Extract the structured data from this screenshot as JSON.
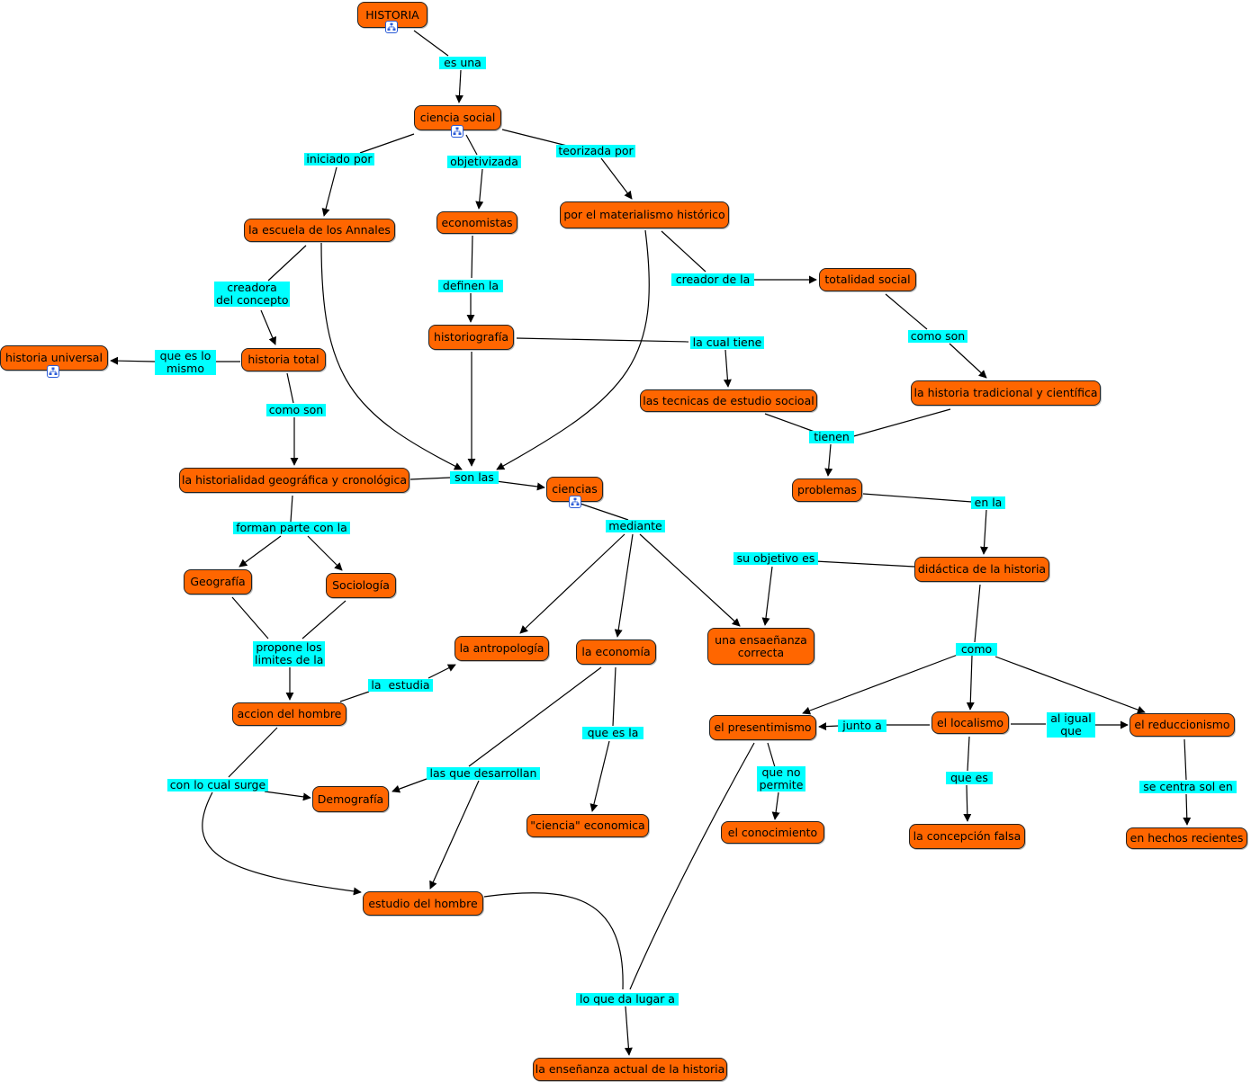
{
  "colors": {
    "concept_fill": "#ff6600",
    "concept_border": "#222222",
    "link_label_fill": "#00ffff",
    "line": "#000000",
    "submap_icon": "#2a5bd7"
  },
  "concepts": {
    "historia": "HISTORIA",
    "ciencia_social": "ciencia social",
    "escuela_annales": "la escuela de los Annales",
    "economistas": "economistas",
    "materialismo": "por el materialismo histórico",
    "totalidad_social": "totalidad social",
    "historiografia": "historiografía",
    "historia_universal": "historia universal",
    "historia_total": "historia total",
    "tecnicas": "las tecnicas de estudio socioal",
    "historia_tradicional": "la historia tradicional y científica",
    "historialidad": "la historialidad geográfica y cronológica",
    "ciencias": "ciencias",
    "problemas": "problemas",
    "geografia": "Geografía",
    "sociologia": "Sociología",
    "didactica": "didáctica de la historia",
    "antropologia": "la antropología",
    "economia": "la economía",
    "ensenanza_correcta": "una ensaeñanza\ncorrecta",
    "accion_hombre": "accion del hombre",
    "presentimismo": "el presentimismo",
    "localismo": "el localismo",
    "reduccionismo": "el reduccionismo",
    "demografia": "Demografía",
    "ciencia_economica": "\"ciencia\" economica",
    "conocimiento": "el conocimiento",
    "concepcion_falsa": "la concepción falsa",
    "hechos_recientes": "en hechos recientes",
    "estudio_hombre": "estudio del hombre",
    "ensenanza_actual": "la enseñanza actual de la historia"
  },
  "links": {
    "es_una": "es una",
    "iniciado_por": "iniciado por",
    "objetivizada": "objetivizada",
    "teorizada_por": "teorizada por",
    "creadora": "creadora\ndel concepto",
    "definen_la": "definen la",
    "creador_de_la": "creador de la",
    "que_es_lo_mismo": "que es lo\nmismo",
    "la_cual_tiene": "la cual tiene",
    "como_son_1": "como son",
    "como_son_2": "como son",
    "son_las": "son las",
    "tienen": "tienen",
    "forman_parte": "forman parte con la",
    "mediante": "mediante",
    "en_la": "en la",
    "su_objetivo": "su objetivo es",
    "propone": "propone los\nlimites de la",
    "como": "como",
    "la_estudia": "la  estudia",
    "junto_a": "junto a",
    "al_igual": "al igual\nque",
    "que_es_la": "que es la",
    "que_no_permite": "que no\npermite",
    "que_es": "que es",
    "se_centra": "se centra sol en",
    "las_que": "las que desarrollan",
    "con_lo_cual": "con lo cual surge",
    "lo_que_da": "lo que da lugar a"
  }
}
